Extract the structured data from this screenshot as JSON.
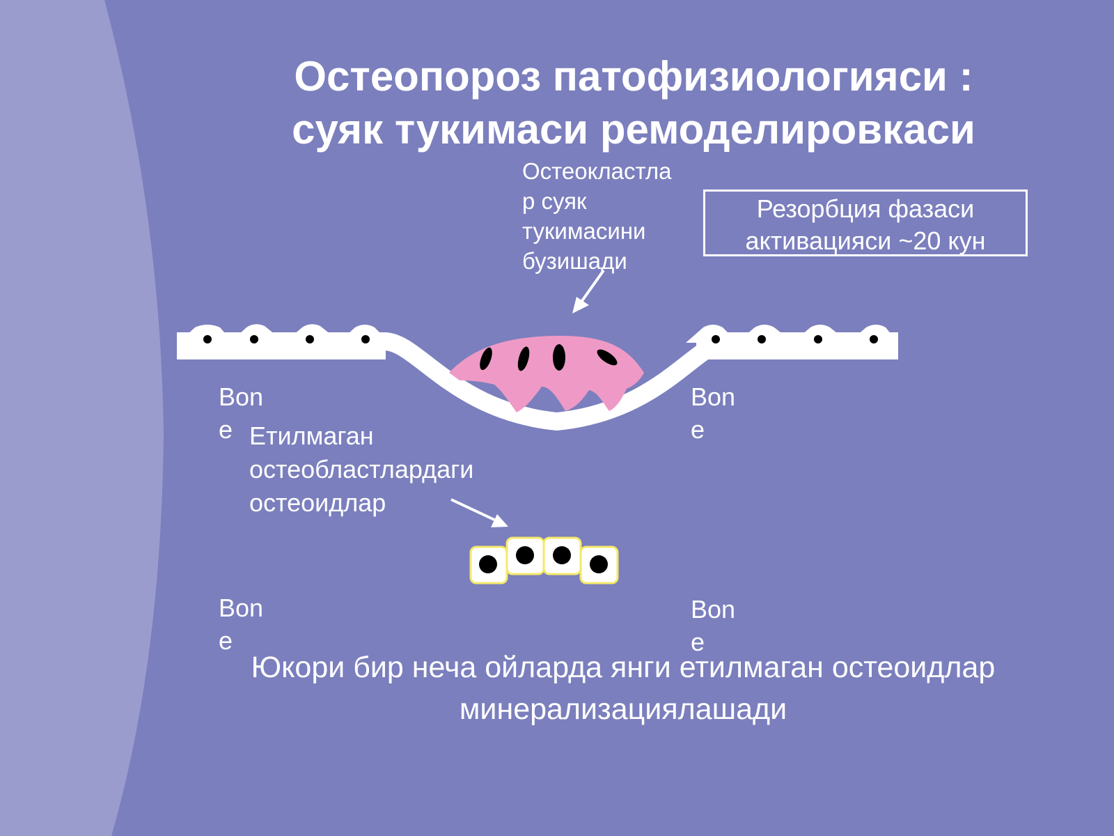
{
  "title": "Остеопороз патофизиологияси :\nсуяк тукимаси ремоделировкаси",
  "osteoclast_label": "Остеокластла\nр суяк\nтукимасини\nбузишади",
  "phase_box": "Резорбция фазаси\nактивацияси ~20 кун",
  "bone_labels": [
    "Bon\ne",
    "Bon\ne",
    "Bon\ne",
    "Bon\ne"
  ],
  "osteoid_label": " Етилмаган\nостеобластлардаги\nостеоидлар",
  "bottom_text": "Юкори бир неча ойларда янги етилмаган остеоидлар\nминерализациялашади",
  "colors": {
    "background": "#7b7fbd",
    "left_band": "#9a9ccd",
    "bone_surface": "#ffffff",
    "osteoclast": "#ef9ac6",
    "osteoblast_border": "#f4e96a",
    "nucleus": "#000000"
  }
}
